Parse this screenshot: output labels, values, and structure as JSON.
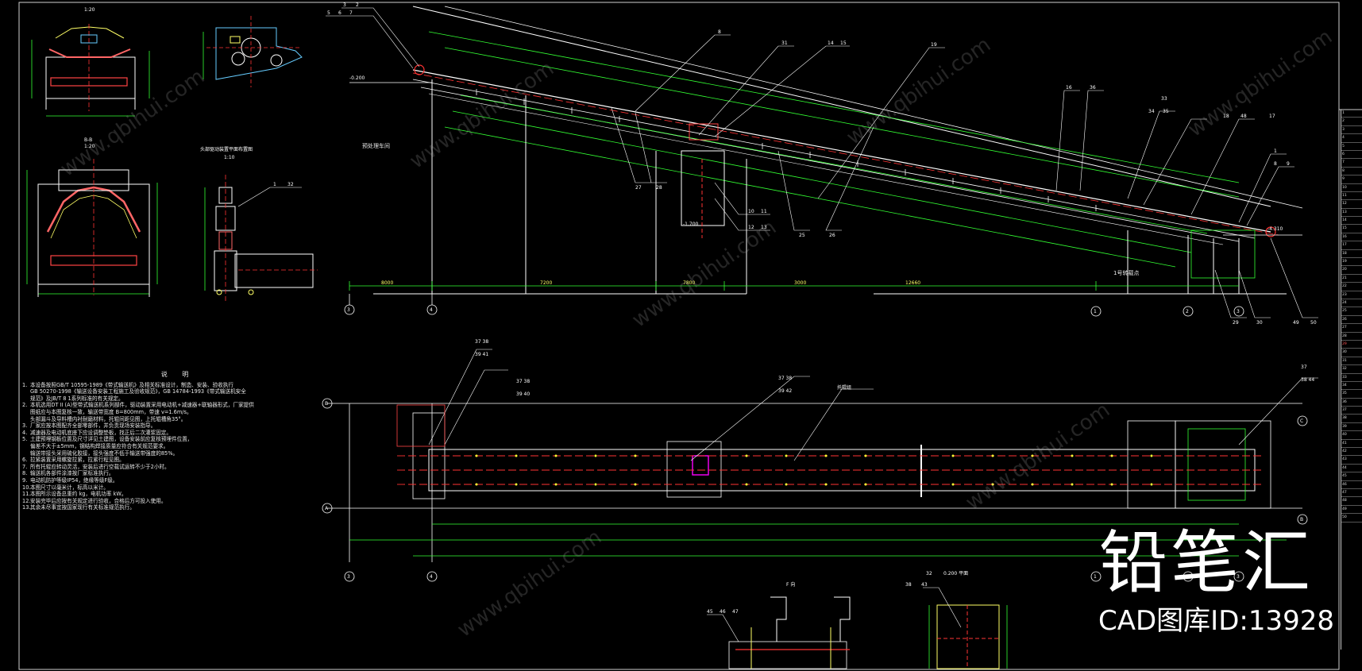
{
  "colors": {
    "background": "#000000",
    "outline": "#ffffff",
    "dimension": "#33ff33",
    "centerline": "#ff3333",
    "highlight": "#ff00ff",
    "axis_label": "#ffffff"
  },
  "views": {
    "section_a": {
      "label": "",
      "scale": "1:20"
    },
    "section_bb": {
      "label": "B-B",
      "scale": "1:20"
    },
    "head_drive_plan": {
      "label": "头部驱动装置平面布置图",
      "scale": "1:10"
    },
    "f_view": {
      "label": "F 向"
    },
    "plan_0200": {
      "label": "0.200 平面"
    },
    "top_right_detail": {
      "label": ""
    }
  },
  "elevation_view": {
    "zone_label": "预处理车间",
    "transfer_label": "1号转载点",
    "left_elev": "-0.200",
    "mid_elev": "-1.700",
    "right_elev": "-4.310",
    "part_numbers_top": [
      "5",
      "6",
      "7",
      "3",
      "2",
      "8",
      "31",
      "14",
      "15",
      "19",
      "16",
      "36",
      "33",
      "34",
      "35",
      "18",
      "48",
      "17",
      "1",
      "9",
      "8"
    ],
    "part_numbers_bottom": [
      "27",
      "28",
      "10",
      "11",
      "12",
      "13",
      "25",
      "26",
      "29",
      "30",
      "49",
      "50"
    ],
    "axis_bubbles": [
      "3",
      "4",
      "1",
      "2",
      "3"
    ],
    "dims_bottom": [
      "8000",
      "7200",
      "7800",
      "3000",
      "12660"
    ]
  },
  "plan_view": {
    "axis_left": [
      "B",
      "A"
    ],
    "axis_right": [
      "C",
      "B"
    ],
    "axis_bubbles": [
      "3",
      "4",
      "1",
      "2",
      "3"
    ],
    "leaders": [
      {
        "text": "37 38"
      },
      {
        "text": "39 41"
      },
      {
        "text": "37 38"
      },
      {
        "text": "39 40"
      },
      {
        "text": "37 38"
      },
      {
        "text": "39 42"
      },
      {
        "text": "37"
      },
      {
        "text": "38 44"
      }
    ],
    "roller_label": "托辊组"
  },
  "head_drive": {
    "leaders": [
      "1",
      "32"
    ]
  },
  "f_view_leaders": [
    "45",
    "46",
    "47"
  ],
  "plan_0200_leaders": [
    "32",
    "38",
    "43"
  ],
  "notes": {
    "title": "说 明",
    "items": [
      {
        "n": "1.",
        "t": "本设备按照GB/T 10595-1989《带式输送机》及相关标准设计，制造、安装、验收执行"
      },
      {
        "n": "",
        "t": "GB 50270-1998《输送设备安装工程施工及验收规范》，GB 14784-1993《带式输送机安全"
      },
      {
        "n": "",
        "t": "规范》及JB/T 8 1系列标准的有关规定。"
      },
      {
        "n": "2.",
        "t": "本机选用DT II (A)型带式输送机系列部件，驱动装置采用电动机+减速器+联轴器形式，厂家提供"
      },
      {
        "n": "",
        "t": "图纸应与本图复核一致，输送带宽度 B=800mm，带速 v=1.6m/s。"
      },
      {
        "n": "",
        "t": "头部漏斗及导料槽内衬耐磨材料，托辊间距见图，上托辊槽角35°。"
      },
      {
        "n": "3.",
        "t": "厂家应按本图配齐全部零部件，并负责现场安装指导。"
      },
      {
        "n": "4.",
        "t": "减速器及电动机底座下应设调整垫板，找正后二次灌浆固定。"
      },
      {
        "n": "5.",
        "t": "土建预埋钢板位置及尺寸详见土建图，设备安装前应复核预埋件位置，"
      },
      {
        "n": "",
        "t": "偏差不大于±5mm，钢结构焊接质量应符合有关规范要求。"
      },
      {
        "n": "",
        "t": "输送带接头采用硫化胶接，接头强度不低于输送带强度的85%。"
      },
      {
        "n": "6.",
        "t": "拉紧装置采用螺旋拉紧，拉紧行程见图。"
      },
      {
        "n": "7.",
        "t": "所有托辊应转动灵活，安装后进行空载试运转不少于2小时。"
      },
      {
        "n": "8.",
        "t": "输送机各部件涂漆按厂家标准执行。"
      },
      {
        "n": "9.",
        "t": "电动机防护等级IP54，绝缘等级F级。"
      },
      {
        "n": "10.",
        "t": "本图尺寸以毫米计，标高以米计。"
      },
      {
        "n": "11.",
        "t": "本图所示设备总重约    kg，电机功率    kW。"
      },
      {
        "n": "12.",
        "t": "安装完毕后应按有关规定进行验收，合格后方可投入使用。"
      },
      {
        "n": "13.",
        "t": "其余未尽事宜按国家现行有关标准规范执行。"
      }
    ]
  },
  "brand": {
    "name": "铅笔汇",
    "id_line": "CAD图库ID:13928"
  },
  "watermark": "www.qbihui.com",
  "title_block_rows": [
    "1",
    "2",
    "3",
    "4",
    "5",
    "6",
    "7",
    "8",
    "9",
    "10",
    "11",
    "12",
    "13",
    "14",
    "15",
    "16",
    "17",
    "18",
    "19",
    "20",
    "21",
    "22",
    "23",
    "24",
    "25",
    "26",
    "27",
    "28",
    "29",
    "30",
    "31",
    "32",
    "33",
    "34",
    "35",
    "36",
    "37",
    "38",
    "39",
    "40",
    "41",
    "42",
    "43",
    "44",
    "45",
    "46",
    "47",
    "48",
    "49",
    "50"
  ]
}
